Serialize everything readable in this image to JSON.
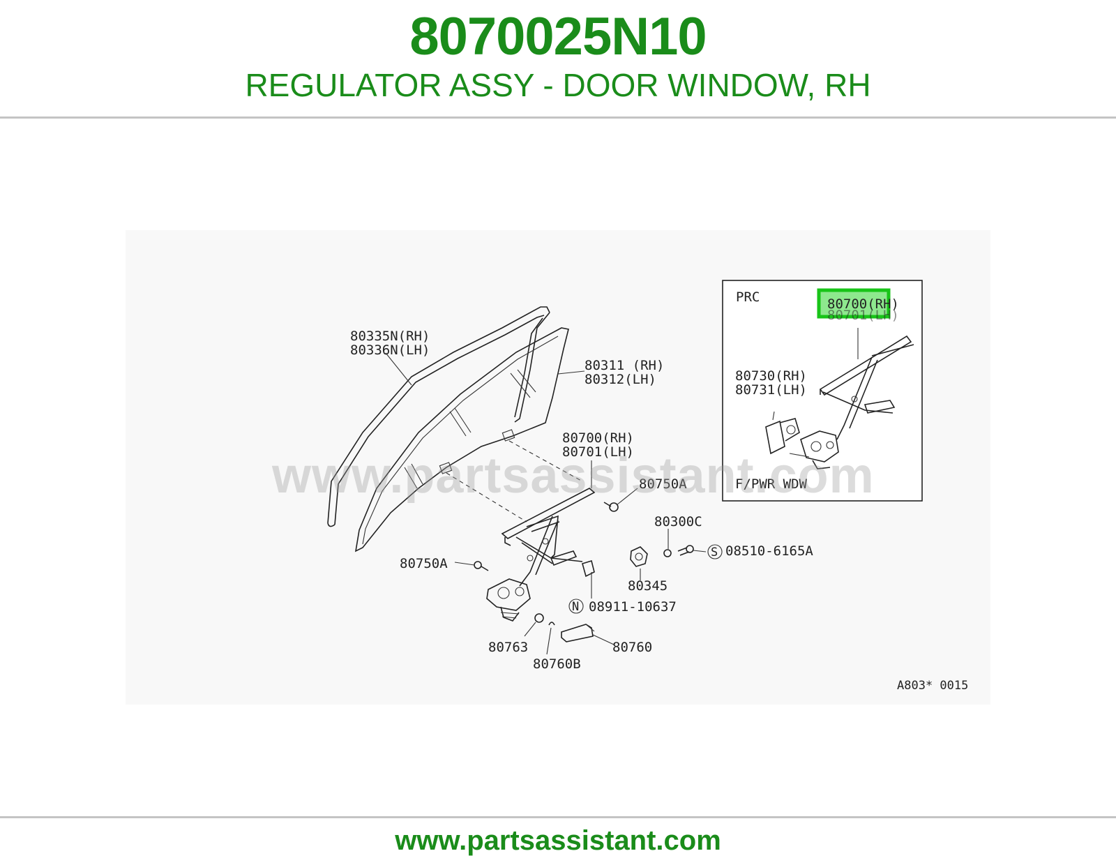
{
  "header": {
    "part_number": "8070025N10",
    "title": "REGULATOR ASSY - DOOR WINDOW, RH"
  },
  "footer": {
    "url": "www.partsassistant.com"
  },
  "diagram": {
    "watermark": "www.partsassistant.com",
    "labels": {
      "weatherstrip_rh": "80335N(RH)",
      "weatherstrip_lh": "80336N(LH)",
      "glass_rh": "80311 (RH)",
      "glass_lh": "80312(LH)",
      "regulator_rh": "80700(RH)",
      "regulator_lh": "80701(LH)",
      "bolt_right": "80750A",
      "bolt_left": "80750A",
      "part_80300c": "80300C",
      "screw_s": "08510-6165A",
      "part_80345": "80345",
      "nut_n": "08911-10637",
      "part_80763": "80763",
      "part_80760b": "80760B",
      "handle_80760": "80760",
      "diagram_code": "A803* 0015",
      "s_symbol": "S",
      "n_symbol": "N"
    },
    "inset": {
      "tag": "PRC",
      "regulator_rh": "80700(RH)",
      "regulator_lh": "80701(LH)",
      "motor_rh": "80730(RH)",
      "motor_lh": "80731(LH)",
      "caption": "F/PWR WDW"
    },
    "colors": {
      "brand_green": "#1a8c1a",
      "highlight_border": "#18c418",
      "highlight_fill": "#8ee88e"
    }
  }
}
